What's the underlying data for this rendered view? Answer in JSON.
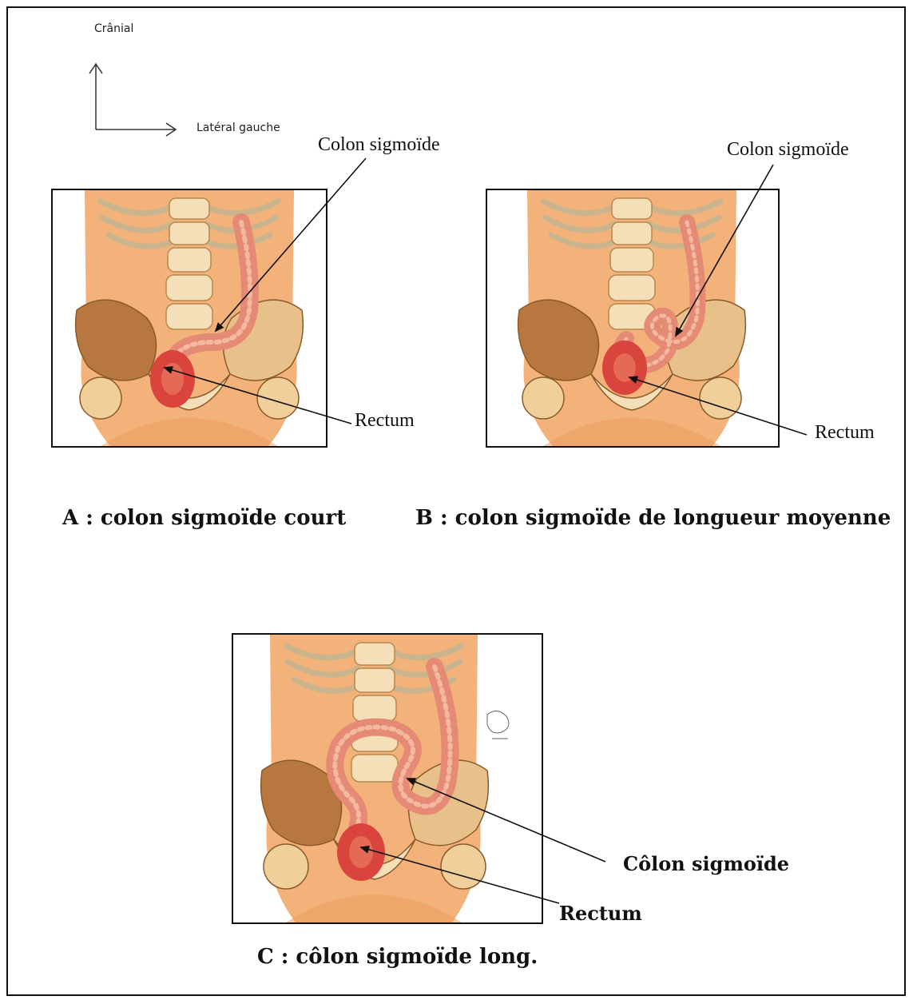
{
  "orientation": {
    "up_label": "Crânial",
    "right_label": "Latéral gauche"
  },
  "panel_a": {
    "label_sigmoid": "Colon sigmoïde",
    "label_rectum": "Rectum",
    "caption": "A : colon sigmoïde court"
  },
  "panel_b": {
    "label_sigmoid": "Colon sigmoïde",
    "label_rectum": "Rectum",
    "caption": "B : colon sigmoïde de longueur moyenne"
  },
  "panel_c": {
    "label_sigmoid": "Côlon sigmoïde",
    "label_rectum": "Rectum",
    "caption": "C : côlon sigmoïde long."
  },
  "colors": {
    "skin": "#f2b27a",
    "bone": "#f5dfb8",
    "colon": "#e58a74",
    "rectum": "#d9443c",
    "line": "#111111"
  }
}
